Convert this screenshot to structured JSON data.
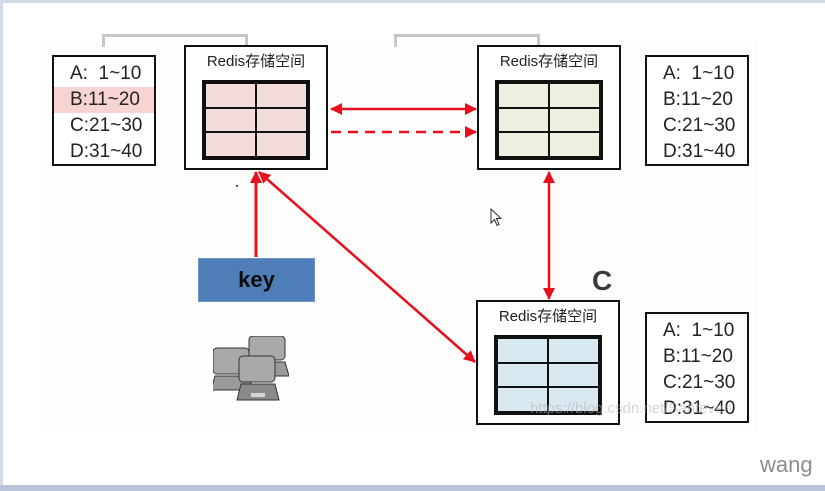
{
  "diagram": {
    "nodes": [
      {
        "id": "A",
        "title": "Redis存储空间",
        "fill": "#f2dcdc"
      },
      {
        "id": "B",
        "title": "Redis存储空间",
        "fill": "#ebf0e0"
      },
      {
        "id": "C",
        "title": "Redis存储空间",
        "fill": "#d9e9f0",
        "label": "C"
      }
    ],
    "range_tables": [
      {
        "rows": [
          "A:  1~10",
          "B:11~20",
          "C:21~30",
          "D:31~40"
        ],
        "highlighted_row": 1
      },
      {
        "rows": [
          "A:  1~10",
          "B:11~20",
          "C:21~30",
          "D:31~40"
        ]
      },
      {
        "rows": [
          "A:  1~10",
          "B:11~20",
          "C:21~30",
          "D:31~40"
        ]
      }
    ],
    "key_label": "key",
    "watermark": "https://blog.csdn.net/Santeven",
    "author": "wang",
    "colors": {
      "arrow": "#e8101e",
      "key_fill": "#4e7db8",
      "highlight": "#f7d3d3"
    }
  }
}
